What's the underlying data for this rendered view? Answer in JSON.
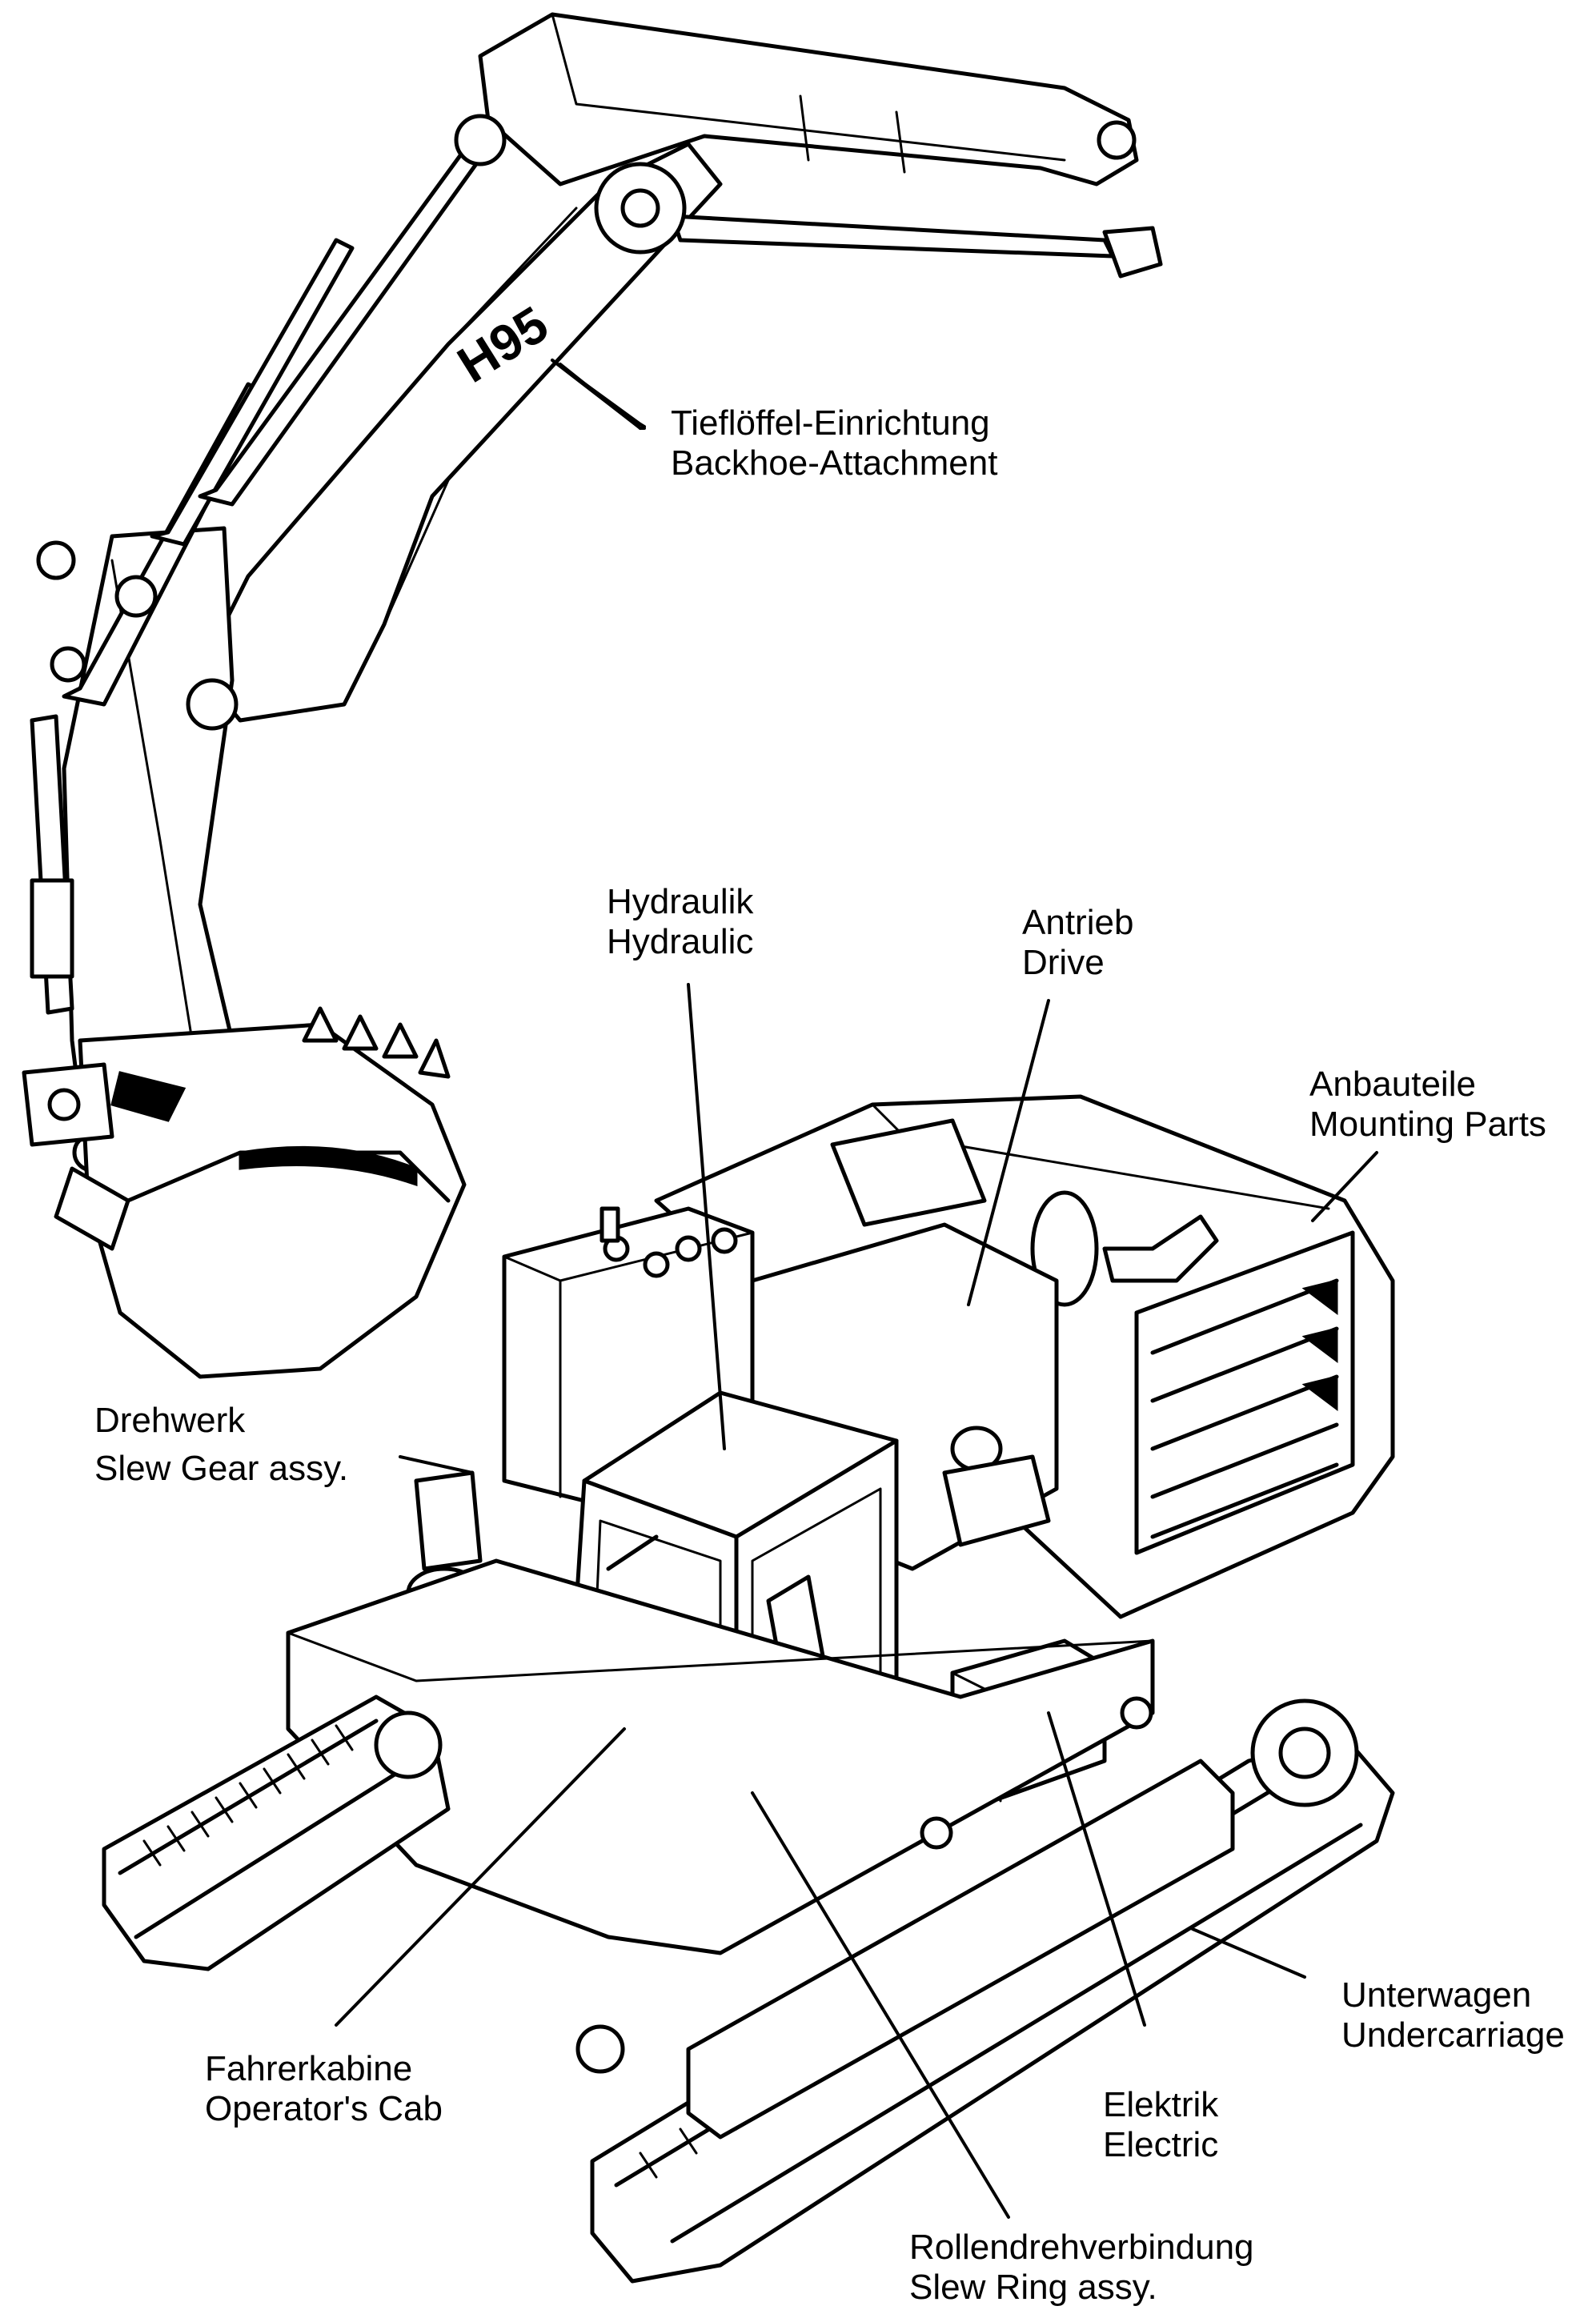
{
  "model_marking": "H95",
  "callouts": [
    {
      "id": "backhoe",
      "lines": [
        "Tieflöffel-Einrichtung",
        "Backhoe-Attachment"
      ]
    },
    {
      "id": "hydraulic",
      "lines": [
        "Hydraulik",
        "Hydraulic"
      ]
    },
    {
      "id": "drive",
      "lines": [
        "Antrieb",
        "Drive"
      ]
    },
    {
      "id": "mounting",
      "lines": [
        "Anbauteile",
        "Mounting Parts"
      ]
    },
    {
      "id": "slew-gear",
      "lines": [
        "Drehwerk",
        "Slew Gear assy."
      ]
    },
    {
      "id": "undercarriage",
      "lines": [
        "Unterwagen",
        "Undercarriage"
      ]
    },
    {
      "id": "electric",
      "lines": [
        "Elektrik",
        "Electric"
      ]
    },
    {
      "id": "cab",
      "lines": [
        "Fahrerkabine",
        "Operator's Cab"
      ]
    },
    {
      "id": "slew-ring",
      "lines": [
        "Rollendrehverbindung",
        "Slew Ring assy."
      ]
    }
  ]
}
